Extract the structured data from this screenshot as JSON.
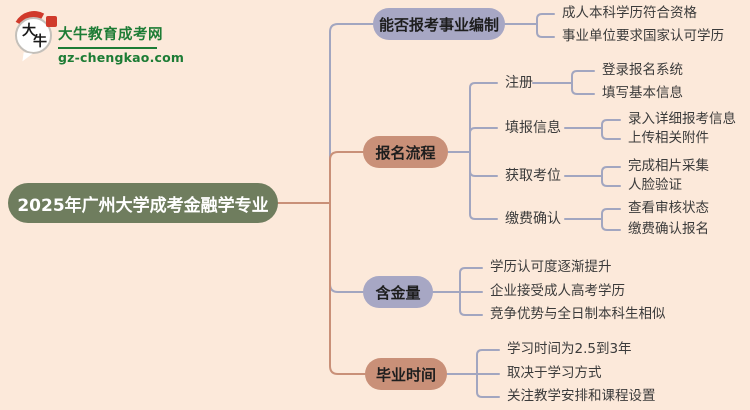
{
  "site": {
    "logo_title": "大牛教育成考网",
    "logo_domain": "gz-chengkao.com",
    "icon_char_1": "大",
    "icon_char_2": "牛"
  },
  "root": {
    "label": "2025年广州大学成考金融学专业"
  },
  "branches": [
    {
      "label": "能否报考事业编制",
      "color_style": "purple",
      "leaves": [
        "成人本科学历符合资格",
        "事业单位要求国家认可学历"
      ]
    },
    {
      "label": "报名流程",
      "color_style": "salmon",
      "children": [
        {
          "label": "注册",
          "leaves": [
            "登录报名系统",
            "填写基本信息"
          ]
        },
        {
          "label": "填报信息",
          "leaves": [
            "录入详细报考信息",
            "上传相关附件"
          ]
        },
        {
          "label": "获取考位",
          "leaves": [
            "完成相片采集",
            "人脸验证"
          ]
        },
        {
          "label": "缴费确认",
          "leaves": [
            "查看审核状态",
            "缴费确认报名"
          ]
        }
      ]
    },
    {
      "label": "含金量",
      "color_style": "purple",
      "leaves": [
        "学历认可度逐渐提升",
        "企业接受成人高考学历",
        "竞争优势与全日制本科生相似"
      ]
    },
    {
      "label": "毕业时间",
      "color_style": "salmon",
      "leaves": [
        "学习时间为2.5到3年",
        "取决于学习方式",
        "关注教学安排和课程设置"
      ]
    }
  ],
  "colors": {
    "background": "#fce9da",
    "root_fill": "#6f7d5e",
    "root_text": "#ffffff",
    "purple_fill": "#a7a7c4",
    "salmon_fill": "#c99078",
    "node_text": "#1e1e1e",
    "leaf_text": "#3b3b3b",
    "line_grey": "#a2a6c0",
    "line_salmon": "#c99078",
    "logo_green": "#1d7c35",
    "logo_red": "#d03a2b"
  }
}
